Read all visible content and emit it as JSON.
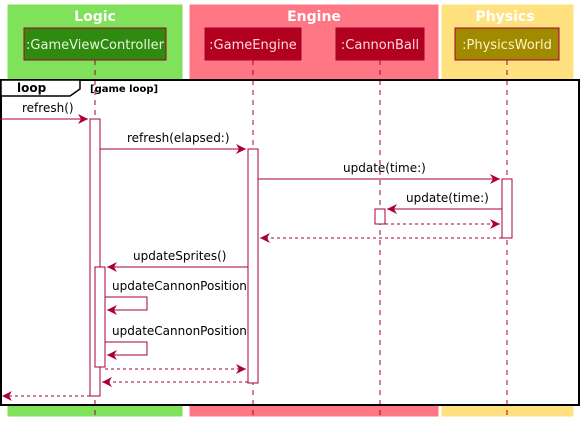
{
  "boxes": [
    {
      "title": "Logic",
      "color": "#80E15A"
    },
    {
      "title": "Engine",
      "color": "#FF7685"
    },
    {
      "title": "Physics",
      "color": "#FFE180"
    }
  ],
  "participants": [
    {
      "label": ":GameViewController",
      "fill": "#2F8A10",
      "text_color": "#E6F7DA"
    },
    {
      "label": ":GameEngine",
      "fill": "#B2001F",
      "text_color": "#FFD9DF"
    },
    {
      "label": ":CannonBall",
      "fill": "#B2001F",
      "text_color": "#FFD9DF"
    },
    {
      "label": ":PhysicsWorld",
      "fill": "#A08A00",
      "text_color": "#FFF4C2"
    }
  ],
  "fragment": {
    "keyword": "loop",
    "guard": "[game loop]"
  },
  "messages": [
    {
      "label": "refresh()"
    },
    {
      "label": "refresh(elapsed:)"
    },
    {
      "label": "update(time:)"
    },
    {
      "label": "update(time:)"
    },
    {
      "label": "updateSprites()"
    },
    {
      "label": "updateCannonPosition"
    },
    {
      "label": "updateCannonPosition"
    }
  ],
  "colors": {
    "line": "#A80036",
    "activation_fill": "#FFFFFF",
    "frame": "#000000"
  }
}
